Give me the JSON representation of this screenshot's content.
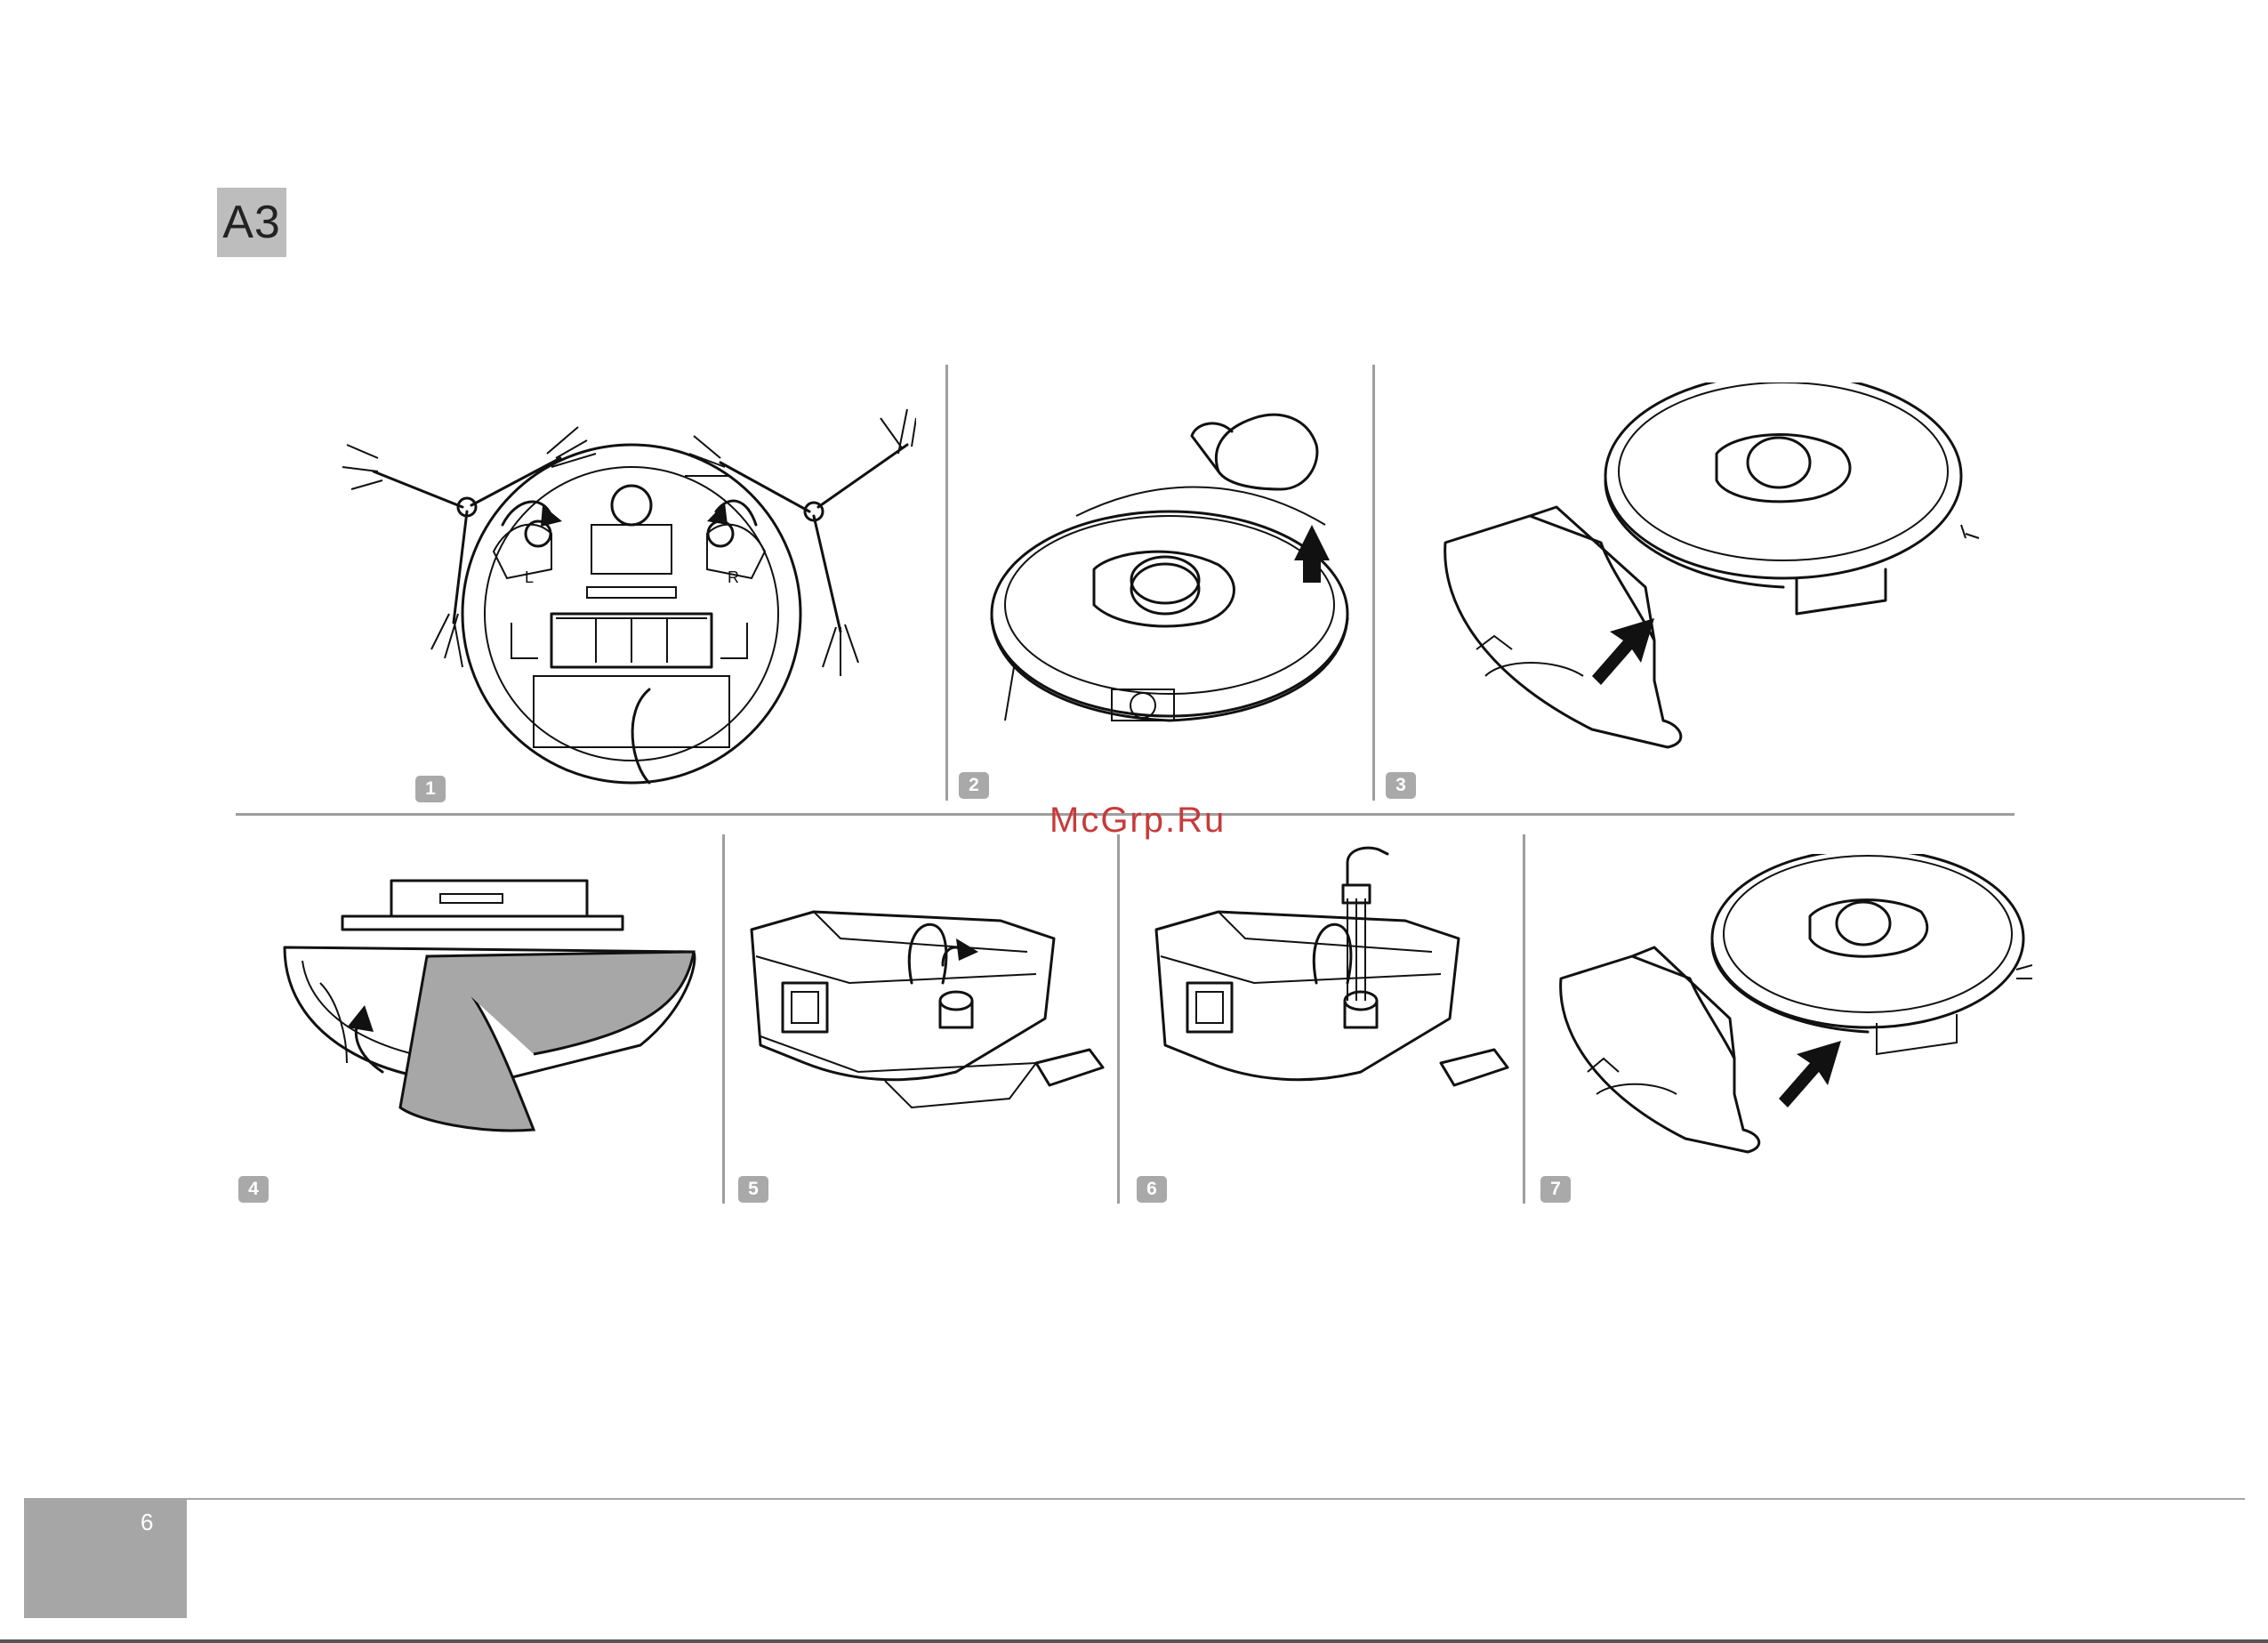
{
  "section": {
    "label": "A3"
  },
  "steps": [
    {
      "number": "1"
    },
    {
      "number": "2"
    },
    {
      "number": "3"
    },
    {
      "number": "4"
    },
    {
      "number": "5"
    },
    {
      "number": "6"
    },
    {
      "number": "7"
    }
  ],
  "brush_labels": {
    "left": "L",
    "right": "R"
  },
  "watermark": "McGrp.Ru",
  "footer": {
    "page_number": "6"
  },
  "colors": {
    "badge": "#a9a9a9",
    "tag": "#bdbdbd",
    "divider": "#9e9e9e",
    "watermark": "#c83a3a"
  }
}
